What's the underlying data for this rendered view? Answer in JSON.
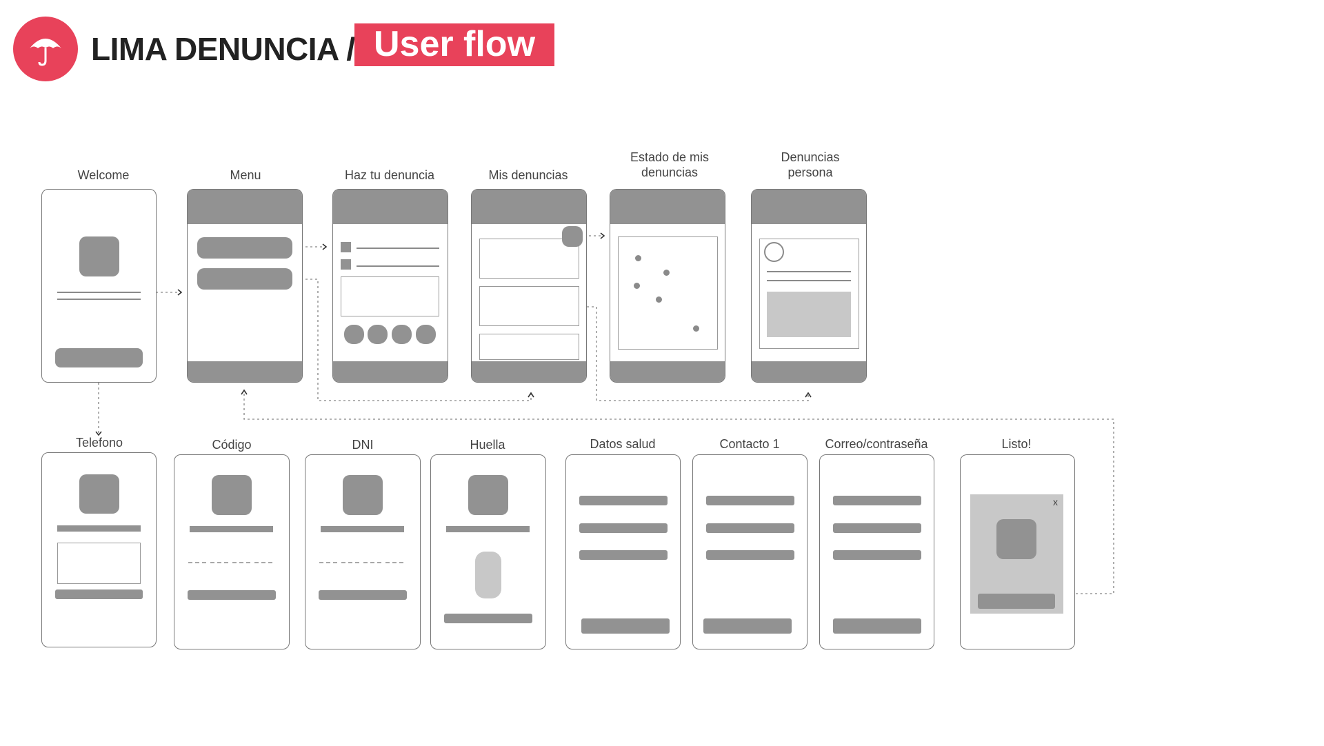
{
  "header": {
    "brand": "LIMA DENUNCIA /",
    "badge": "User flow",
    "accent_color": "#e8425a",
    "logo_icon": "umbrella-icon"
  },
  "screens_top": [
    {
      "label": "Welcome"
    },
    {
      "label": "Menu"
    },
    {
      "label": "Haz tu denuncia"
    },
    {
      "label": "Mis denuncias"
    },
    {
      "label": "Estado de mis denuncias"
    },
    {
      "label": "Denuncias persona"
    }
  ],
  "screens_bottom": [
    {
      "label": "Telefono"
    },
    {
      "label": "Código"
    },
    {
      "label": "DNI"
    },
    {
      "label": "Huella"
    },
    {
      "label": "Datos salud"
    },
    {
      "label": "Contacto 1"
    },
    {
      "label": "Correo/contraseña"
    },
    {
      "label": "Listo!"
    }
  ],
  "close_glyph": "x"
}
